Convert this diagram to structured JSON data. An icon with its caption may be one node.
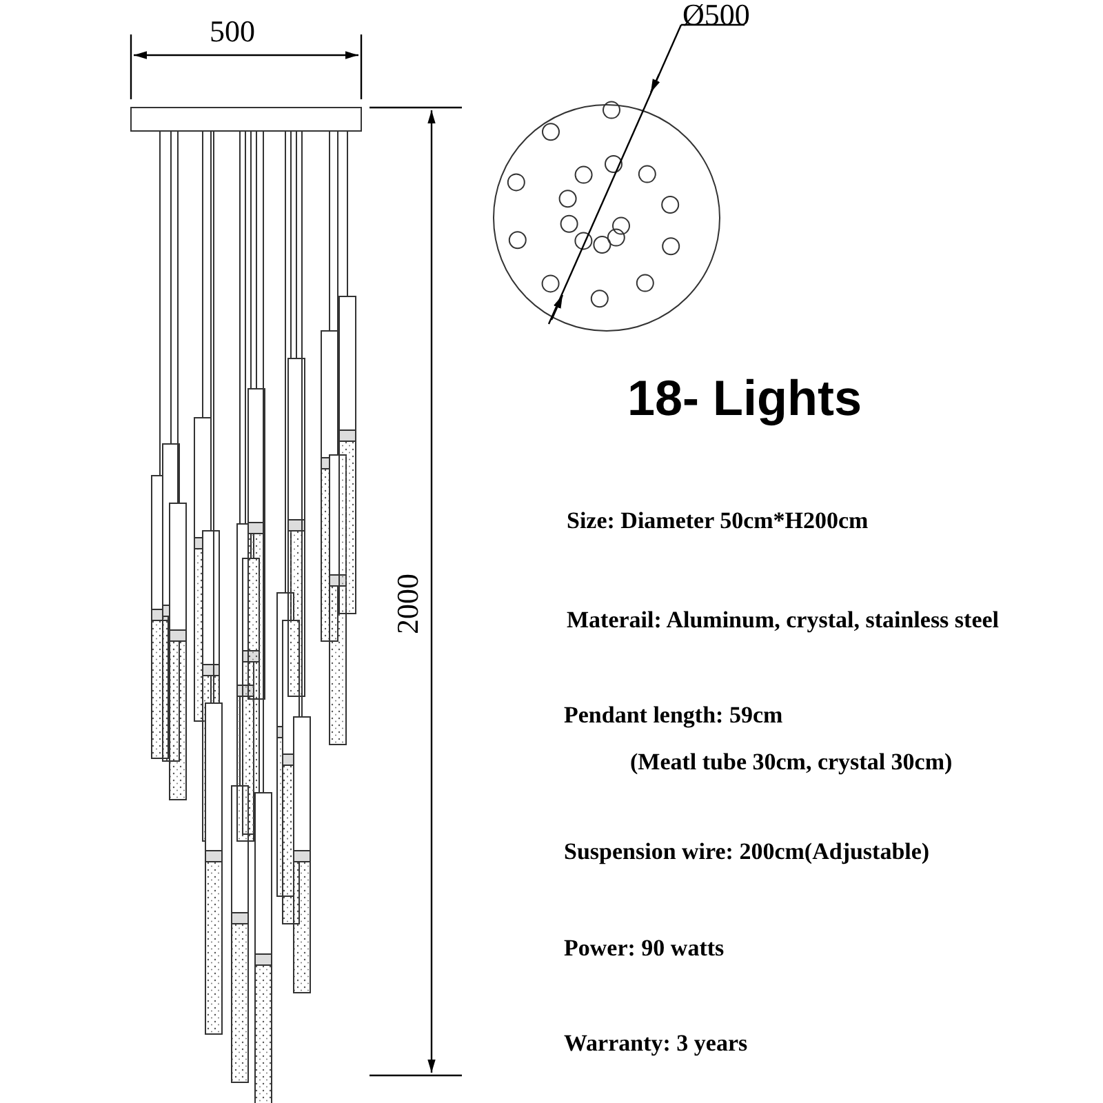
{
  "diagram": {
    "title": "18- Lights",
    "labels": [
      "500",
      "Ø500",
      "2000",
      "Size: Diameter 50cm*H200cm",
      "Materail: Aluminum, crystal, stainless steel",
      "Pendant length: 59cm",
      "(Meatl tube 30cm, crystal 30cm)",
      "Suspension wire: 200cm(Adjustable)",
      "Power: 90 watts",
      "Warranty: 3 years"
    ]
  }
}
